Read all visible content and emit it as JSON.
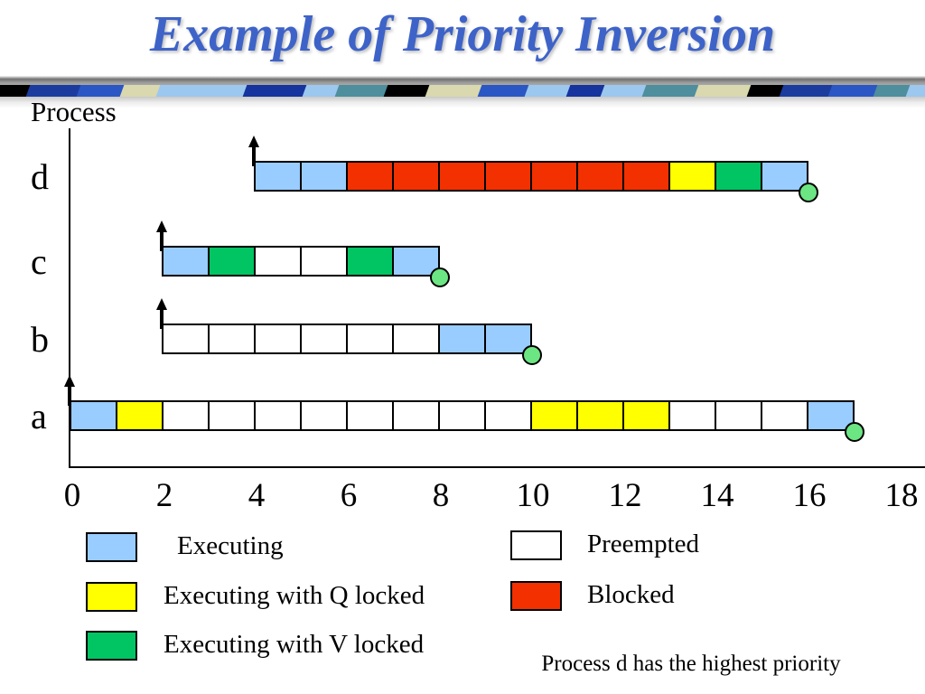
{
  "title": "Example of Priority Inversion",
  "y_axis_title": "Process",
  "note": "Process d has the highest priority",
  "colors": {
    "title_blue": "#3E63C8",
    "executing": "#99CCFF",
    "q_locked": "#FFFF00",
    "v_locked": "#00C562",
    "preempted": "#FFFFFF",
    "blocked": "#F23000",
    "release_arrow": "#000000",
    "completion_marker": "#6CE583",
    "axis": "#000000"
  },
  "chart_data": {
    "type": "gantt",
    "x_range": [
      0,
      18
    ],
    "x_tick_labels": [
      "0",
      "2",
      "4",
      "6",
      "8",
      "10",
      "12",
      "14",
      "16",
      "18"
    ],
    "x_ticks": [
      0,
      2,
      4,
      6,
      8,
      10,
      12,
      14,
      16,
      18
    ],
    "cell_duration": 1,
    "grid": false,
    "rows": [
      {
        "label": "d",
        "release_time": 4,
        "completion_time": 16,
        "cells": [
          "executing",
          "executing",
          "blocked",
          "blocked",
          "blocked",
          "blocked",
          "blocked",
          "blocked",
          "blocked",
          "q_locked",
          "v_locked",
          "executing"
        ]
      },
      {
        "label": "c",
        "release_time": 2,
        "completion_time": 8,
        "cells": [
          "executing",
          "v_locked",
          "preempted",
          "preempted",
          "v_locked",
          "executing"
        ]
      },
      {
        "label": "b",
        "release_time": 2,
        "completion_time": 10,
        "cells": [
          "preempted",
          "preempted",
          "preempted",
          "preempted",
          "preempted",
          "preempted",
          "executing",
          "executing"
        ]
      },
      {
        "label": "a",
        "release_time": 0,
        "completion_time": 17,
        "cells": [
          "executing",
          "q_locked",
          "preempted",
          "preempted",
          "preempted",
          "preempted",
          "preempted",
          "preempted",
          "preempted",
          "preempted",
          "q_locked",
          "q_locked",
          "q_locked",
          "preempted",
          "preempted",
          "preempted",
          "executing"
        ]
      }
    ]
  },
  "legend": {
    "left": [
      {
        "state": "executing",
        "label": "Executing"
      },
      {
        "state": "q_locked",
        "label": "Executing with Q locked"
      },
      {
        "state": "v_locked",
        "label": "Executing with V locked"
      }
    ],
    "right": [
      {
        "state": "preempted",
        "label": "Preempted"
      },
      {
        "state": "blocked",
        "label": "Blocked"
      }
    ]
  },
  "decorative_band": {
    "segments": [
      {
        "c": "#000000",
        "w": 40
      },
      {
        "c": "#1B3C9E",
        "w": 56
      },
      {
        "c": "#2B57C4",
        "w": 48
      },
      {
        "c": "#D9D8AE",
        "w": 40
      },
      {
        "c": "#9CC7EF",
        "w": 96
      },
      {
        "c": "#16339E",
        "w": 66
      },
      {
        "c": "#9CC7EF",
        "w": 36
      },
      {
        "c": "#4F8E9C",
        "w": 54
      },
      {
        "c": "#000000",
        "w": 46
      },
      {
        "c": "#D9D8AE",
        "w": 58
      },
      {
        "c": "#2B57C4",
        "w": 52
      },
      {
        "c": "#9CC7EF",
        "w": 46
      },
      {
        "c": "#16339E",
        "w": 38
      },
      {
        "c": "#9CC7EF",
        "w": 46
      },
      {
        "c": "#4F8E9C",
        "w": 58
      },
      {
        "c": "#D9D8AE",
        "w": 58
      },
      {
        "c": "#000000",
        "w": 36
      },
      {
        "c": "#1B3C9E",
        "w": 54
      },
      {
        "c": "#2B57C4",
        "w": 50
      },
      {
        "c": "#4F8E9C",
        "w": 36
      },
      {
        "c": "#9CC7EF",
        "w": 34
      },
      {
        "c": "#D9D8AE",
        "w": 36
      }
    ]
  }
}
